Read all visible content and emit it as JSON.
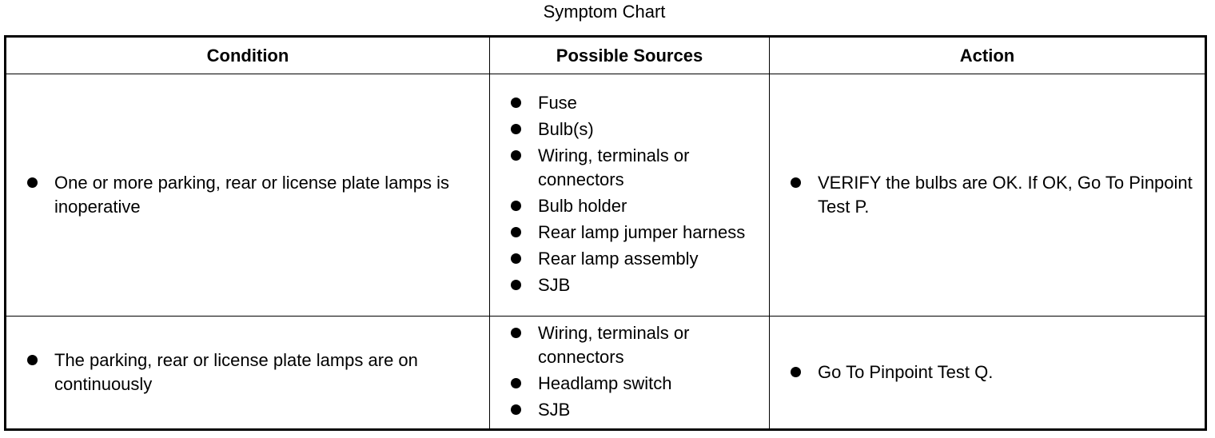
{
  "title": "Symptom Chart",
  "headers": {
    "condition": "Condition",
    "sources": "Possible Sources",
    "action": "Action"
  },
  "rows": [
    {
      "condition": "One or more parking, rear or license plate lamps is inoperative",
      "sources": [
        "Fuse",
        "Bulb(s)",
        "Wiring, terminals or connectors",
        "Bulb holder",
        "Rear lamp jumper harness",
        "Rear lamp assembly",
        "SJB"
      ],
      "action": "VERIFY the bulbs are OK. If OK, Go To Pinpoint Test P."
    },
    {
      "condition": "The parking, rear or license plate lamps are on continuously",
      "sources": [
        "Wiring, terminals or connectors",
        "Headlamp switch",
        "SJB"
      ],
      "action": "Go To Pinpoint Test Q."
    }
  ]
}
